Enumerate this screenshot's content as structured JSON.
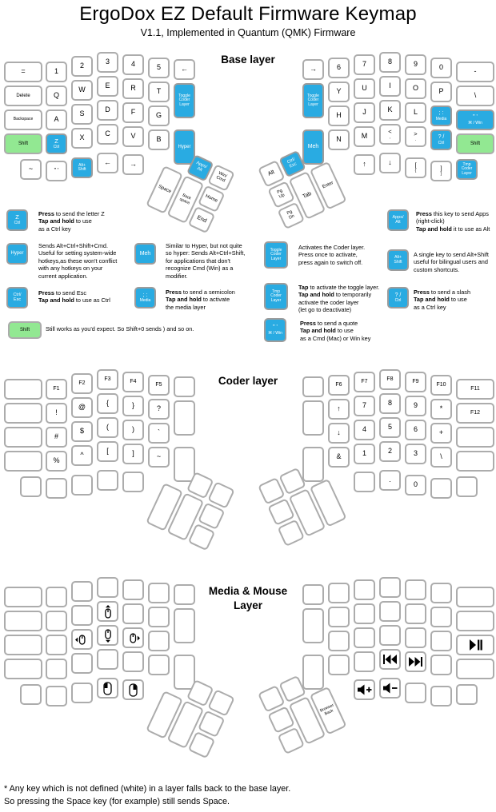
{
  "title": "ErgoDox EZ Default Firmware Keymap",
  "subtitle": "V1.1, Implemented in Quantum (QMK) Firmware",
  "colors": {
    "special": "#29abe2",
    "shift": "#92e892"
  },
  "footnote": [
    "* Any key which is not defined (white) in a layer falls back to the base layer.",
    "So pressing the Space key (for example) still sends Space."
  ],
  "layers": [
    {
      "title": "Base layer",
      "left": [
        {
          "l": "="
        },
        {
          "l": "1"
        },
        {
          "l": "2"
        },
        {
          "l": "3"
        },
        {
          "l": "4"
        },
        {
          "l": "5"
        },
        {
          "l": "←"
        },
        {
          "l": "Delete"
        },
        {
          "l": "Q"
        },
        {
          "l": "W"
        },
        {
          "l": "E"
        },
        {
          "l": "R"
        },
        {
          "l": "T"
        },
        {
          "l": "Toggle\nCoder\nLayer",
          "c": 1
        },
        {
          "l": "Backspace"
        },
        {
          "l": "A"
        },
        {
          "l": "S"
        },
        {
          "l": "D"
        },
        {
          "l": "F"
        },
        {
          "l": "G"
        },
        {
          "l": "Shift",
          "g": 1
        },
        {
          "l": "Z",
          "s": "Ctrl",
          "c": 1
        },
        {
          "l": "X"
        },
        {
          "l": "C"
        },
        {
          "l": "V"
        },
        {
          "l": "B"
        },
        {
          "l": "Hyper",
          "c": 1
        },
        {
          "l": "~"
        },
        {
          "l": "\" '"
        },
        {
          "l": "Alt+\nShift",
          "c": 1
        },
        {
          "l": "←"
        },
        {
          "l": "→"
        }
      ],
      "right": [
        {
          "l": "→"
        },
        {
          "l": "6"
        },
        {
          "l": "7"
        },
        {
          "l": "8"
        },
        {
          "l": "9"
        },
        {
          "l": "0"
        },
        {
          "l": "-"
        },
        {
          "l": "Toggle\nCoder\nLayer",
          "c": 1
        },
        {
          "l": "Y"
        },
        {
          "l": "U"
        },
        {
          "l": "I"
        },
        {
          "l": "O"
        },
        {
          "l": "P"
        },
        {
          "l": "\\"
        },
        {
          "l": "H"
        },
        {
          "l": "J"
        },
        {
          "l": "K"
        },
        {
          "l": "L"
        },
        {
          "l": "; :",
          "s": "Media",
          "c": 1
        },
        {
          "l": "\" '",
          "s": "⌘ / Win",
          "c": 1
        },
        {
          "l": "Meh",
          "c": 1
        },
        {
          "l": "N"
        },
        {
          "l": "M"
        },
        {
          "l": "<",
          "s": ","
        },
        {
          "l": ">",
          "s": "."
        },
        {
          "l": "? /",
          "s": "Ctrl",
          "c": 1
        },
        {
          "l": "Shift",
          "g": 1
        },
        {
          "l": "↑"
        },
        {
          "l": "↓"
        },
        {
          "l": "[",
          "s": "{"
        },
        {
          "l": "]",
          "s": "}"
        },
        {
          "l": "Tmp\nCoder\nLayer",
          "c": 1
        }
      ],
      "thumb_left": [
        {
          "l": "Apps/\nAlt",
          "c": 1
        },
        {
          "l": "Win/\nCmd"
        },
        {
          "l": "Space"
        },
        {
          "l": "Back\nspace"
        },
        {
          "l": "Home"
        },
        {
          "l": "End"
        }
      ],
      "thumb_right": [
        {
          "l": "Alt"
        },
        {
          "l": "Ctrl/\nEsc",
          "c": 1
        },
        {
          "l": "Pg\nUp"
        },
        {
          "l": "Pg\nDn"
        },
        {
          "l": "Tab"
        },
        {
          "l": "Enter"
        }
      ]
    },
    {
      "title": "Coder layer",
      "left": [
        {},
        {
          "l": "F1"
        },
        {
          "l": "F2"
        },
        {
          "l": "F3"
        },
        {
          "l": "F4"
        },
        {
          "l": "F5"
        },
        {},
        {},
        {
          "l": "!"
        },
        {
          "l": "@"
        },
        {
          "l": "{"
        },
        {
          "l": "}"
        },
        {
          "l": "?"
        },
        {},
        {},
        {
          "l": "#"
        },
        {
          "l": "$"
        },
        {
          "l": "("
        },
        {
          "l": ")"
        },
        {
          "l": "`"
        },
        {},
        {
          "l": "%"
        },
        {
          "l": "^"
        },
        {
          "l": "["
        },
        {
          "l": "]"
        },
        {
          "l": "~"
        },
        {},
        {},
        {},
        {},
        {},
        {}
      ],
      "right": [
        {},
        {
          "l": "F6"
        },
        {
          "l": "F7"
        },
        {
          "l": "F8"
        },
        {
          "l": "F9"
        },
        {
          "l": "F10"
        },
        {
          "l": "F11"
        },
        {},
        {
          "l": "↑"
        },
        {
          "l": "7"
        },
        {
          "l": "8"
        },
        {
          "l": "9"
        },
        {
          "l": "*"
        },
        {
          "l": "F12"
        },
        {
          "l": "↓"
        },
        {
          "l": "4"
        },
        {
          "l": "5"
        },
        {
          "l": "6"
        },
        {
          "l": "+"
        },
        {},
        {},
        {
          "l": "&"
        },
        {
          "l": "1"
        },
        {
          "l": "2"
        },
        {
          "l": "3"
        },
        {
          "l": "\\"
        },
        {},
        {},
        {
          "l": "."
        },
        {
          "l": "0"
        },
        {},
        {}
      ],
      "thumb_left": [
        {},
        {},
        {},
        {},
        {},
        {}
      ],
      "thumb_right": [
        {},
        {},
        {},
        {},
        {},
        {}
      ]
    },
    {
      "title": "Media & Mouse\nLayer",
      "left": [
        {},
        {},
        {},
        {},
        {},
        {},
        {},
        {},
        {},
        {},
        {
          "i": "mouse-up"
        },
        {},
        {},
        {},
        {},
        {},
        {
          "i": "mouse-left"
        },
        {
          "i": "mouse-down"
        },
        {
          "i": "mouse-right"
        },
        {},
        {},
        {},
        {},
        {},
        {},
        {},
        {},
        {},
        {},
        {},
        {
          "i": "mouse-left-click"
        },
        {
          "i": "mouse-right-click"
        }
      ],
      "right": [
        {},
        {},
        {},
        {},
        {},
        {},
        {},
        {},
        {},
        {},
        {},
        {},
        {},
        {},
        {},
        {},
        {},
        {},
        {},
        {
          "i": "play-pause"
        },
        {},
        {},
        {},
        {
          "i": "prev-track"
        },
        {
          "i": "next-track"
        },
        {},
        {},
        {
          "i": "vol-up"
        },
        {
          "i": "vol-down"
        },
        {},
        {},
        {}
      ],
      "thumb_left": [
        {},
        {},
        {},
        {},
        {},
        {}
      ],
      "thumb_right": [
        {},
        {},
        {},
        {},
        {},
        {
          "l": "Browser\nBack"
        }
      ]
    }
  ],
  "legend": [
    {
      "key": {
        "l": "Z",
        "s": "Ctrl",
        "c": 1
      },
      "text": "**Press** to send the letter Z\n**Tap and hold** to use\nas a Ctrl key"
    },
    {
      "key": {
        "l": "Apps/\nAlt",
        "c": 1
      },
      "text": "**Press** this key to send Apps\n(right-click)\n**Tap and hold** it to use as Alt"
    },
    {
      "key": {
        "l": "Hyper",
        "c": 1
      },
      "text": "Sends Alt+Ctrl+Shift+Cmd.\nUseful for setting system-wide\nhotkeys,as these won't conflict\nwith any hotkeys on your\ncurrent application."
    },
    {
      "key": {
        "l": "Meh",
        "c": 1
      },
      "text": "Similar to Hyper, but not quite\nso hyper: Sends Alt+Ctrl+Shift,\nfor applications that don't\nrecognize Cmd (Win) as a\nmodifier."
    },
    {
      "key": {
        "l": "Toggle\nCoder\nLayer",
        "c": 1
      },
      "text": "Activates the Coder layer.\nPress once to activate,\npress again to switch off."
    },
    {
      "key": {
        "l": "Alt+\nShift",
        "c": 1
      },
      "text": "A single key to send Alt+Shift\nuseful for bilingual users and\ncustom shortcuts."
    },
    {
      "key": {
        "l": "Ctrl/\nEsc",
        "c": 1
      },
      "text": "**Press** to send Esc\n**Tap and hold** to use as Ctrl"
    },
    {
      "key": {
        "l": "; :",
        "s": "Media",
        "c": 1
      },
      "text": "**Press** to send a semicolon\n**Tap and hold** to activate\nthe media layer"
    },
    {
      "key": {
        "l": "Tmp\nCoder\nLayer",
        "c": 1
      },
      "text": "**Tap** to activate the toggle layer.\n**Tap and hold** to temporarily\nactivate the coder layer\n(let go to deactivate)"
    },
    {
      "key": {
        "l": "? /",
        "s": "Ctrl",
        "c": 1
      },
      "text": "**Press** to send a slash\n**Tap and hold** to use\nas a Ctrl key"
    },
    {
      "key": {
        "l": "Shift",
        "g": 1
      },
      "text": "Still works as you'd expect. So Shift+0 sends ) and so on."
    },
    {
      "key": {
        "l": "\" '",
        "s": "⌘ / Win",
        "c": 1
      },
      "text": "**Press** to send a quote\n**Tap and hold** to use\nas a Cmd (Mac) or Win key"
    }
  ]
}
